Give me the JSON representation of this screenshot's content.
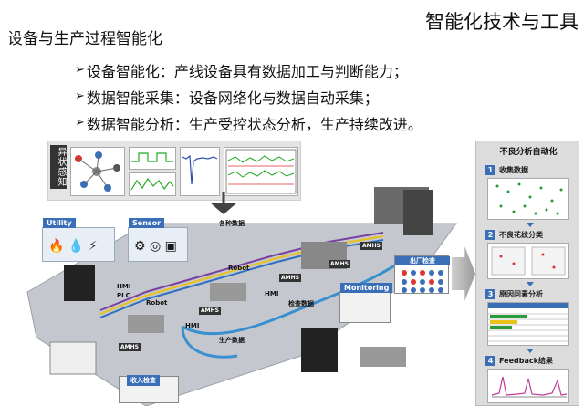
{
  "header": {
    "title": "智能化技术与工具",
    "subtitle": "设备与生产过程智能化"
  },
  "bullets": [
    "设备智能化：产线设备具有数据加工与判断能力；",
    "数据智能采集：设备网络化与数据自动采集；",
    "数据智能分析：生产受控状态分析，生产持续改进。"
  ],
  "diagram": {
    "sense_label": "异状感知",
    "various_data": "各种数据",
    "utility": "Utility",
    "sensor": "Sensor",
    "robot_1": "Robot",
    "robot_2": "Robot",
    "hmi_1": "HMI",
    "hmi_2": "HMI",
    "hmi_3": "HMI",
    "plc": "PLC",
    "amhs": [
      "AMHS",
      "AMHS",
      "AMHS",
      "AMHS",
      "AMHS"
    ],
    "inspection_data": "检查数据",
    "production_data": "生产数据",
    "monitoring": "Monitoring",
    "outbound_inspection": "出厂检查",
    "incoming_inspection": "收入检查"
  },
  "analysis_panel": {
    "title": "不良分析自动化",
    "steps": [
      {
        "num": "1",
        "label": "收集数据"
      },
      {
        "num": "2",
        "label": "不良花纹分类"
      },
      {
        "num": "3",
        "label": "原因问素分析"
      },
      {
        "num": "4",
        "label": "Feedback结果"
      }
    ]
  },
  "colors": {
    "accent": "#3a6fb8",
    "floor": "#b8bcc2",
    "data_line_purple": "#7a3fa0",
    "data_line_yellow": "#e8c21a",
    "data_line_blue": "#2f6fc0"
  }
}
